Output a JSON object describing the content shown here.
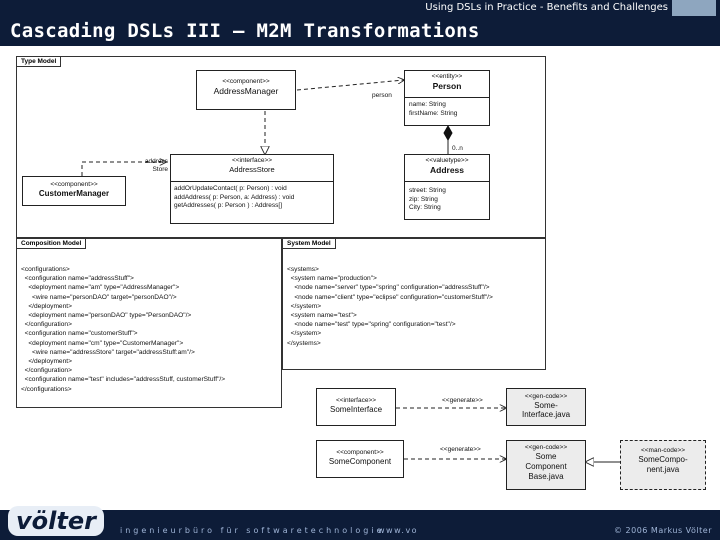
{
  "header": {
    "subtitle": "Using DSLs in Practice - Benefits and Challenges",
    "title": "Cascading DSLs III – M2M Transformations"
  },
  "type_model": {
    "tab": "Type Model",
    "address_manager": {
      "stereotype": "<<component>>",
      "name": "AddressManager"
    },
    "person": {
      "stereotype": "<<entity>>",
      "name": "Person",
      "attributes": [
        "name: String",
        "firstName: String"
      ]
    },
    "customer_manager": {
      "stereotype": "<<component>>",
      "name": "CustomerManager"
    },
    "address_store": {
      "stereotype": "<<interface>>",
      "name": "AddressStore",
      "operations": [
        "addOrUpdateContact( p: Person) : void",
        "addAddress( p: Person, a: Address) : void",
        "getAddresses( p: Person ) : Address[]"
      ]
    },
    "address": {
      "stereotype": "<<valuetype>>",
      "name": "Address",
      "attributes": [
        "street: String",
        "zip: String",
        "City: String"
      ]
    },
    "label_person": "person",
    "label_address_store": [
      "address",
      "Store"
    ],
    "label_multiplicity": "0..n"
  },
  "composition_model": {
    "tab": "Composition Model",
    "lines": [
      "<configurations>",
      "  <configuration name=\"addressStuff\">",
      "    <deployment name=\"am\" type=\"AddressManager\">",
      "      <wire name=\"personDAO\" target=\"personDAO\"/>",
      "    </deployment>",
      "    <deployment name=\"personDAO\" type=\"PersonDAO\"/>",
      "  </configuration>",
      "  <configuration name=\"customerStuff\">",
      "    <deployment name=\"cm\" type=\"CustomerManager\">",
      "      <wire name=\"addressStore\" target=\"addressStuff:am\"/>",
      "    </deployment>",
      "  </configuration>",
      "  <configuration name=\"test\" includes=\"addressStuff, customerStuff\"/>",
      "</configurations>"
    ]
  },
  "system_model": {
    "tab": "System Model",
    "lines": [
      "<systems>",
      "  <system name=\"production\">",
      "    <node name=\"server\" type=\"spring\" configuration=\"addressStuff\"/>",
      "    <node name=\"client\" type=\"eclipse\" configuration=\"customerStuff\"/>",
      "  </system>",
      "  <system name=\"test\">",
      "    <node name=\"test\" type=\"spring\" configuration=\"test\"/>",
      "  </system>",
      "</systems>"
    ]
  },
  "generated": {
    "some_interface": {
      "stereotype": "<<interface>>",
      "name": "SomeInterface"
    },
    "some_component": {
      "stereotype": "<<component>>",
      "name": "SomeComponent"
    },
    "gen_interface": {
      "stereotype": "<<gen-code>>",
      "name_lines": [
        "Some-",
        "Interface.java"
      ]
    },
    "gen_component": {
      "stereotype": "<<gen-code>>",
      "name_lines": [
        "Some",
        "Component",
        "Base.java"
      ]
    },
    "man_component": {
      "stereotype": "<<man-code>>",
      "name_lines": [
        "SomeCompo-",
        "nent.java"
      ]
    },
    "label_generate_1": "<<generate>>",
    "label_generate_2": "<<generate>>"
  },
  "footer": {
    "logo": "völter",
    "tagline": "ingenieurbüro für softwaretechnologie",
    "website": "www.vo",
    "copyright": "© 2006 Markus Völter"
  },
  "colors": {
    "header_bg": "#0d1c38",
    "footer_text": "#9fb4d6"
  }
}
